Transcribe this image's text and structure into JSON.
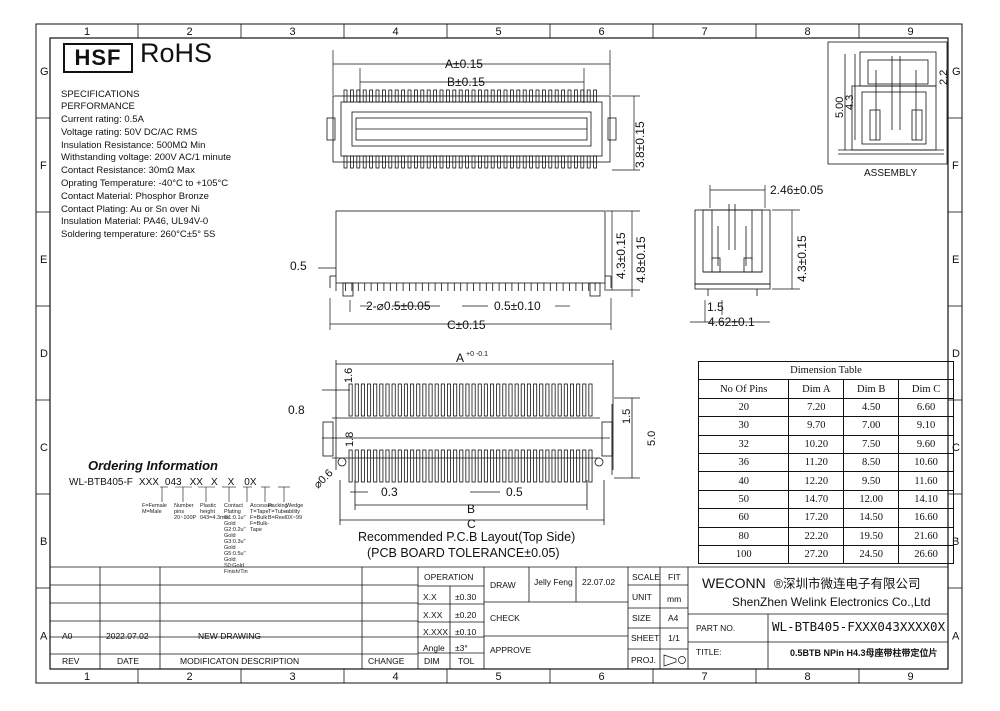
{
  "grid": {
    "columns": [
      "1",
      "2",
      "3",
      "4",
      "5",
      "6",
      "7",
      "8",
      "9"
    ],
    "rows": [
      "G",
      "F",
      "E",
      "D",
      "C",
      "B",
      "A"
    ]
  },
  "brand": {
    "hsf": "HSF",
    "rohs": "RoHS"
  },
  "specs": {
    "heading1": "SPECIFICATIONS",
    "heading2": "PERFORMANCE",
    "lines": [
      "Current rating: 0.5A",
      "Voltage rating: 50V DC/AC RMS",
      "Insulation Resistance: 500MΩ Min",
      "Withstanding voltage: 200V AC/1 minute",
      "Contact Resistance: 30mΩ Max",
      "Oprating Temperature: -40°C to +105°C",
      "Contact Material: Phosphor Bronze",
      "Contact Plating: Au or Sn over Ni",
      "Insulation Material: PA46, UL94V-0",
      "Soldering temperature: 260°C±5° 5S"
    ]
  },
  "dims": {
    "a": "A±0.15",
    "b": "B±0.15",
    "c": "C±0.15",
    "d38": "3.8±0.15",
    "d43": "4.3±0.15",
    "d48": "4.8±0.15",
    "d05": "0.5",
    "d2phi": "2-⌀0.5±0.05",
    "d05b": "0.5±0.10",
    "d246": "2.46±0.05",
    "d43s": "4.3±0.15",
    "d15": "1.5",
    "d462": "4.62±0.1",
    "d500": "5.00",
    "d43a": "4.3",
    "d22": "2.2",
    "pcbA": "A",
    "pcbAtol": "+0 -0.1",
    "pcb16": "1.6",
    "pcb08": "0.8",
    "pcb18": "1.8",
    "pcbphi": "⌀0.6",
    "pcb15": "1.5",
    "pcb50": "5.0",
    "pcb03": "0.3",
    "pcb05": "0.5",
    "pcbB": "B",
    "pcbC": "C"
  },
  "assembly_label": "ASSEMBLY",
  "pcb_caption1": "Recommended P.C.B Layout(Top Side)",
  "pcb_caption2": "(PCB BOARD TOLERANCE±0.05)",
  "ordering": {
    "title": "Ordering Information",
    "code": "WL-BTB405-",
    "parts": [
      "F",
      "XXX",
      "043",
      "XX",
      "X",
      "X",
      "0X"
    ],
    "notes": [
      "F=Female M=Male",
      "Number pins 20~100P",
      "Plastic height 043=4.3mm",
      "Contact Plating G1:0.1u\" Gold G2:0.2u\" Gold G3:0.3u\" Gold G5:0.5u\" Gold S0:Gold Finish/Tin",
      "Accessor T=Tape F=Bulk F=Bulk-Tape",
      "Packing T=Tube B=Reel",
      "Wedge ability 0X~99"
    ]
  },
  "dimension_table": {
    "title": "Dimension Table",
    "headers": [
      "No Of Pins",
      "Dim A",
      "Dim B",
      "Dim C"
    ],
    "rows": [
      [
        "20",
        "7.20",
        "4.50",
        "6.60"
      ],
      [
        "30",
        "9.70",
        "7.00",
        "9.10"
      ],
      [
        "32",
        "10.20",
        "7.50",
        "9.60"
      ],
      [
        "36",
        "11.20",
        "8.50",
        "10.60"
      ],
      [
        "40",
        "12.20",
        "9.50",
        "11.60"
      ],
      [
        "50",
        "14.70",
        "12.00",
        "14.10"
      ],
      [
        "60",
        "17.20",
        "14.50",
        "16.60"
      ],
      [
        "80",
        "22.20",
        "19.50",
        "21.60"
      ],
      [
        "100",
        "27.20",
        "24.50",
        "26.60"
      ]
    ]
  },
  "titleblock": {
    "rev_entry": {
      "rev": "A0",
      "date": "2022.07.02",
      "desc": "NEW DRAWING"
    },
    "headers": {
      "rev": "REV",
      "date": "DATE",
      "desc": "MODIFICATON DESCRIPTION",
      "change": "CHANGE",
      "dim": "DIM",
      "tol": "TOL"
    },
    "operation": "OPERATION",
    "tolerances": [
      [
        "X.X",
        "±0.30"
      ],
      [
        "X.XX",
        "±0.20"
      ],
      [
        "X.XXX",
        "±0.10"
      ],
      [
        "Angle",
        "±3°"
      ]
    ],
    "draw": "DRAW",
    "check": "CHECK",
    "approve": "APPROVE",
    "drawer": "Jelly Feng",
    "drawdate": "22.07.02",
    "scale": "SCALE",
    "scale_val": "FIT",
    "unit": "UNIT",
    "unit_val": "mm",
    "size": "SIZE",
    "size_val": "A4",
    "sheet": "SHEET",
    "sheet_val": "1/1",
    "proj": "PROJ.",
    "company_en": "WECONN",
    "company_cn": "®深圳市微连电子有限公司",
    "company_line2": "ShenZhen Welink Electronics Co.,Ltd",
    "part_no_label": "PART NO.",
    "part_no": "WL-BTB405-FXXX043XXXX0X",
    "title_label": "TITLE:",
    "title": "0.5BTB NPin H4.3母座带柱带定位片"
  }
}
